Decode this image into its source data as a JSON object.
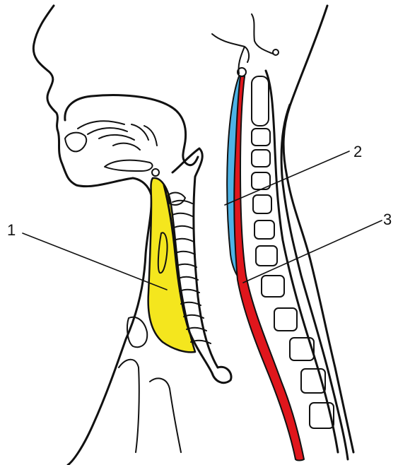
{
  "callouts": [
    {
      "id": "1",
      "label": "1"
    },
    {
      "id": "2",
      "label": "2"
    },
    {
      "id": "3",
      "label": "3"
    }
  ],
  "colors": {
    "structure_1_fill": "#f4e61e",
    "structure_2_fill": "#4db3e6",
    "structure_3_fill": "#e0161c",
    "line_art": "#111111",
    "background": "#ffffff"
  }
}
